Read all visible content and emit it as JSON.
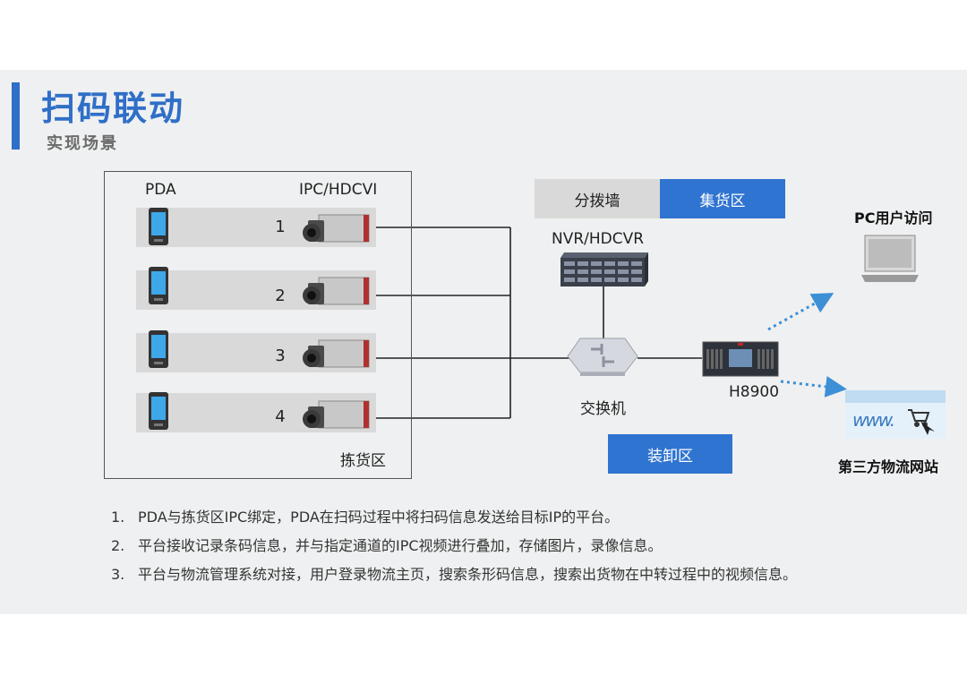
{
  "header": {
    "title": "扫码联动",
    "subtitle": "实现场景"
  },
  "pick_area": {
    "pda_label": "PDA",
    "camera_label": "IPC/HDCVI",
    "zone_label": "拣货区",
    "lanes": [
      {
        "number": "1"
      },
      {
        "number": "2"
      },
      {
        "number": "3"
      },
      {
        "number": "4"
      }
    ]
  },
  "zones": {
    "sorting_wall": "分拨墙",
    "collection": "集货区",
    "loading": "装卸区"
  },
  "devices": {
    "nvr": "NVR/HDCVR",
    "switch": "交换机",
    "platform": "H8900",
    "pc_user": "PC用户访问",
    "third_party": "第三方物流网站"
  },
  "notes": [
    {
      "num": "1.",
      "text": "PDA与拣货区IPC绑定，PDA在扫码过程中将扫码信息发送给目标IP的平台。"
    },
    {
      "num": "2.",
      "text": "平台接收记录条码信息，并与指定通道的IPC视频进行叠加，存储图片，录像信息。"
    },
    {
      "num": "3.",
      "text": "平台与物流管理系统对接，用户登录物流主页，搜索条形码信息，搜索出货物在中转过程中的视频信息。"
    }
  ],
  "colors": {
    "accent": "#2f6fc7",
    "zone_blue": "#2f74d0",
    "zone_gray": "#d9d9d9",
    "arrow": "#3d8fd6"
  },
  "icons": [
    "pda-icon",
    "camera-icon",
    "nvr-icon",
    "switch-icon",
    "platform-icon",
    "laptop-icon",
    "website-icon"
  ]
}
